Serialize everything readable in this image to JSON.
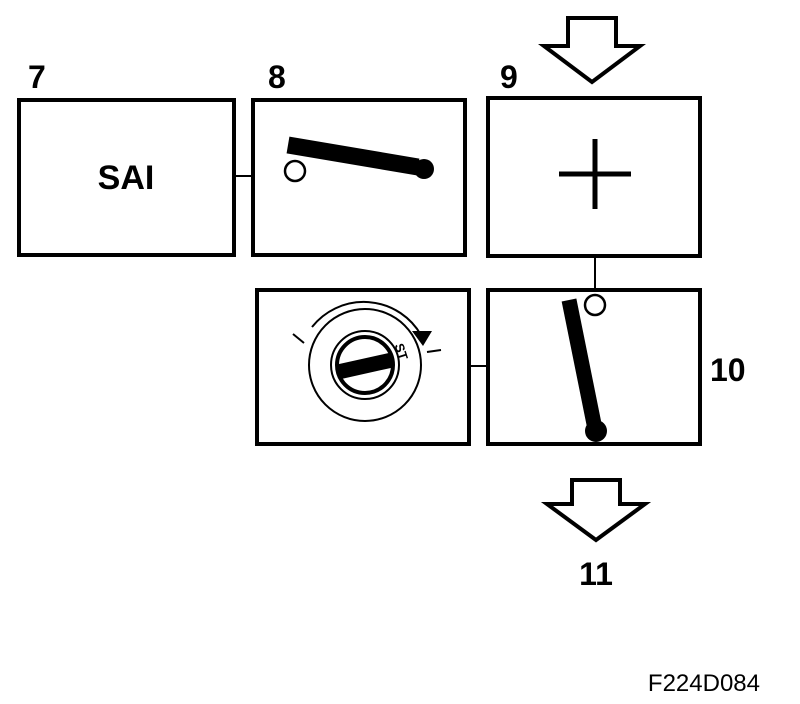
{
  "steps": {
    "step7": {
      "number": "7",
      "box_text": "SAI"
    },
    "step8": {
      "number": "8"
    },
    "step9": {
      "number": "9"
    },
    "step10": {
      "number": "10"
    },
    "step11": {
      "number": "11"
    }
  },
  "ignition_switch": {
    "start_label": "ST"
  },
  "figure_code": "F224D084",
  "colors": {
    "stroke": "#000000",
    "background": "#ffffff"
  }
}
